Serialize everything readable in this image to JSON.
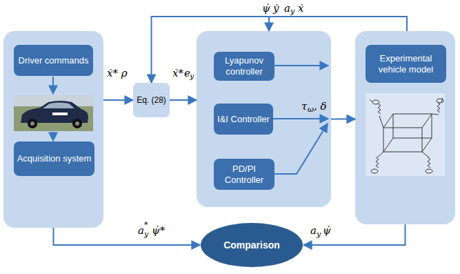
{
  "diagram": {
    "nodes": [
      {
        "text": []
      },
      {
        "text": [
          "Driver commands"
        ],
        "in": 0
      },
      {
        "text": [
          "Acquisition system"
        ],
        "in": 0
      },
      {
        "text": [
          "Eq. (28)"
        ]
      },
      {
        "text": []
      },
      {
        "text": [
          "Lyapunov controller"
        ],
        "in": 4
      },
      {
        "text": [
          "I&I Controller"
        ],
        "in": 4
      },
      {
        "text": [
          "PD/PI Controller"
        ],
        "in": 4
      },
      {
        "text": []
      },
      {
        "text": [
          "Experimental vehicle model"
        ],
        "in": 8
      },
      {
        "text": [
          "Comparison"
        ]
      }
    ],
    "edges": [
      {
        "from": 0,
        "to": 3,
        "label": "ẋ* ρ",
        "arrow": "to"
      },
      {
        "from": 3,
        "to": 4,
        "arrow": "to"
      },
      {
        "from": 4,
        "to": 8,
        "arrow": "to"
      },
      {
        "from": 8,
        "to": 4,
        "arrow": "to"
      },
      {
        "from": 8,
        "to": 3,
        "arrow": "to"
      },
      {
        "from": 0,
        "to": 10,
        "arrow": "to"
      },
      {
        "from": 8,
        "to": 10,
        "arrow": "to"
      }
    ],
    "labels": [
      "ψ̇",
      "ẏ",
      "a",
      "y",
      "ẋ",
      "ẋ*",
      "e",
      "y",
      "τ",
      "ω",
      ", δ",
      "a",
      "y",
      "*",
      "ψ̇*",
      "a",
      "y",
      "ψ̇"
    ]
  }
}
